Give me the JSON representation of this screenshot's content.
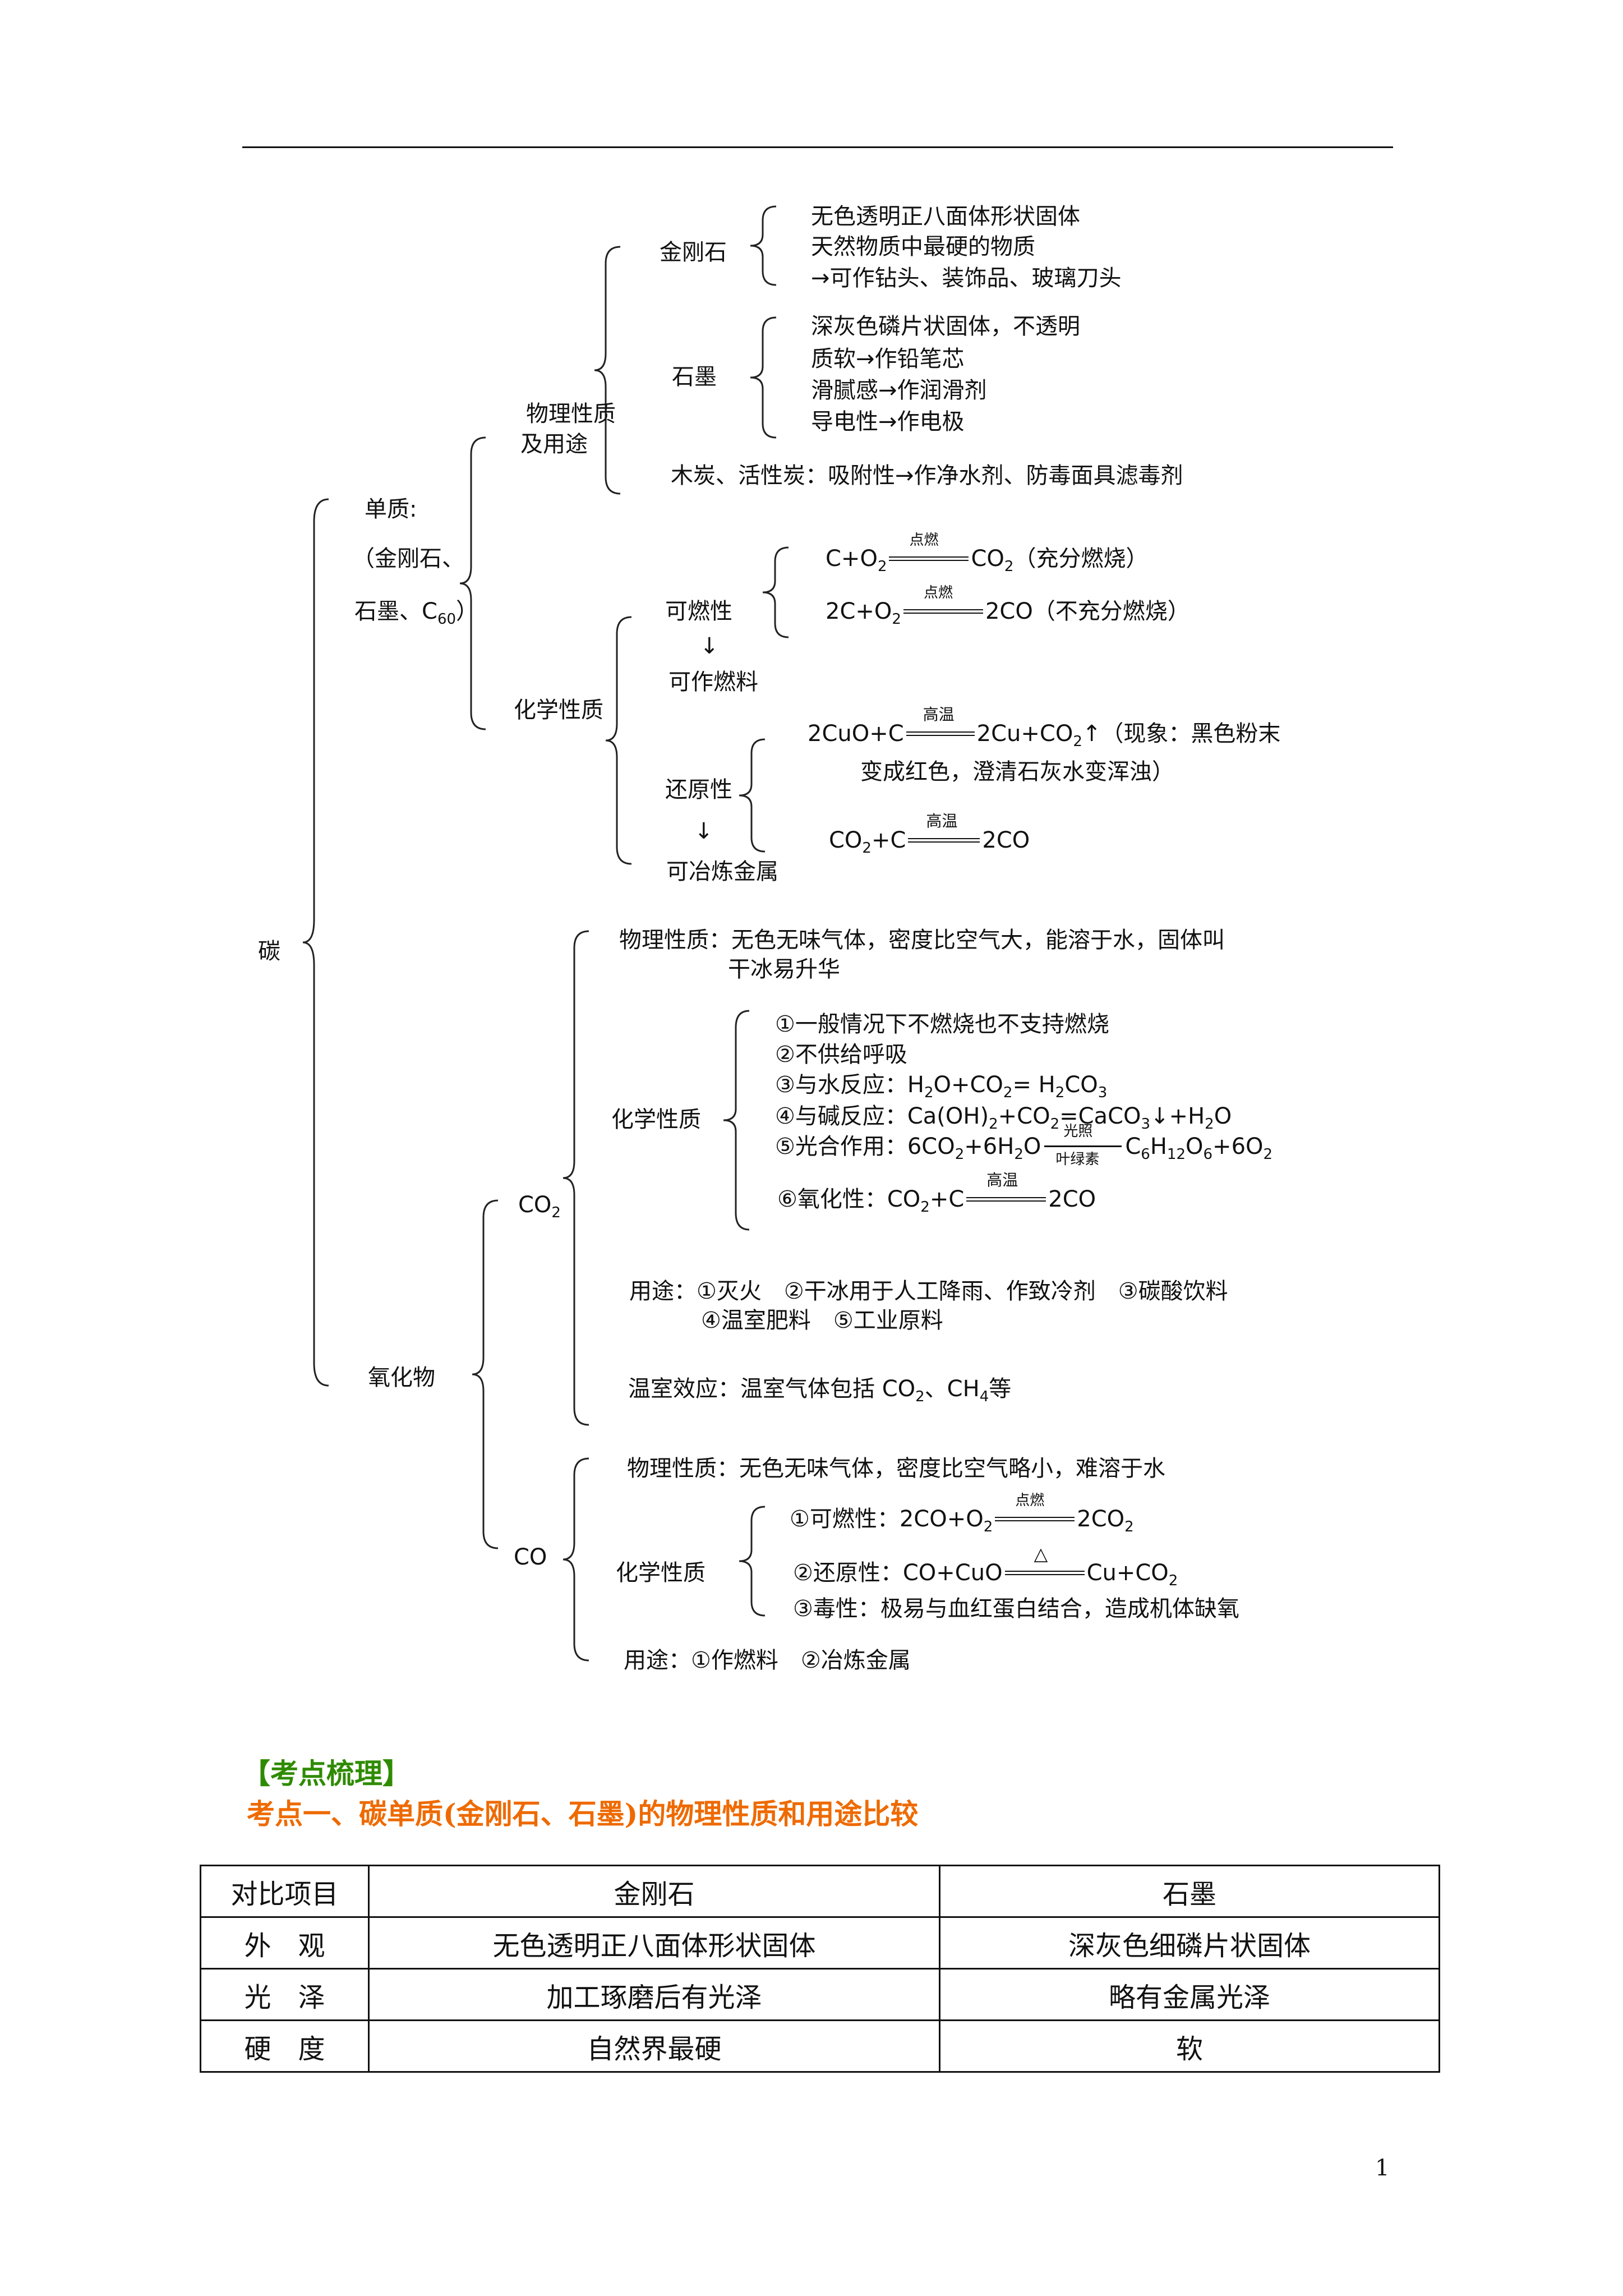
{
  "diagram": {
    "root": "碳",
    "danzhi": {
      "l1": "单质:",
      "l2": "（金刚石、",
      "l3": "石墨、C",
      "l3_sub": "60",
      "l3_end": "）"
    },
    "physical": {
      "l1": "物理性质",
      "l2": "及用途"
    },
    "diamond": {
      "label": "金刚石",
      "items": [
        "无色透明正八面体形状固体",
        "天然物质中最硬的物质",
        "→可作钻头、装饰品、玻璃刀头"
      ]
    },
    "graphite": {
      "label": "石墨",
      "items": [
        "深灰色磷片状固体，不透明",
        "质软→作铅笔芯",
        "滑腻感→作润滑剂",
        "导电性→作电极"
      ]
    },
    "charcoal": "木炭、活性炭：吸附性→作净水剂、防毒面具滤毒剂",
    "chemical": "化学性质",
    "flammable": {
      "label": "可燃性",
      "arrow": "↓",
      "use": "可作燃料"
    },
    "reducing": {
      "label": "还原性",
      "arrow": "↓",
      "use": "可冶炼金属"
    },
    "eq1": {
      "left": "C+O",
      "cond": "点燃",
      "right": "CO",
      "note": "（充分燃烧）"
    },
    "eq2": {
      "left": "2C+O",
      "cond": "点燃",
      "right": "2CO",
      "note": "（不充分燃烧）"
    },
    "eq3": {
      "left": "2CuO+C",
      "cond": "高温",
      "right": "2Cu+CO",
      "note": "↑（现象：黑色粉末",
      "note2": "变成红色，澄清石灰水变浑浊）"
    },
    "eq4": {
      "left": "CO",
      "left2": "+C",
      "cond": "高温",
      "right": "2CO"
    },
    "oxide": "氧化物",
    "co2": {
      "label": "CO",
      "physical1": "物理性质：无色无味气体，密度比空气大，能溶于水，固体叫",
      "physical2": "干冰易升华",
      "chem_label": "化学性质",
      "c1": "①一般情况下不燃烧也不支持燃烧",
      "c2": "②不供给呼吸",
      "c3": {
        "a": "③与水反应：H",
        "b": "O+CO",
        "c": "= H",
        "d": "CO"
      },
      "c4": {
        "a": "④与碱反应：Ca(OH)",
        "b": "+CO",
        "c": "=CaCO",
        "d": "↓+H",
        "e": "O"
      },
      "c5": {
        "a": "⑤光合作用：6CO",
        "b": "+6H",
        "c": "O",
        "top": "光照",
        "bottom": "叶绿素",
        "d": "C",
        "e": "H",
        "f": "O",
        "g": "+6O"
      },
      "c6": {
        "a": "⑥氧化性：CO",
        "b": "+C",
        "cond": "高温",
        "c": "2CO"
      },
      "use1": "用途：①灭火　②干冰用于人工降雨、作致冷剂　③碳酸饮料",
      "use2": "④温室肥料　⑤工业原料",
      "greenhouse": {
        "a": "温室效应：温室气体包括 CO",
        "b": "、CH",
        "c": "等"
      }
    },
    "co": {
      "label": "CO",
      "physical": "物理性质：无色无味气体，密度比空气略小，难溶于水",
      "chem_label": "化学性质",
      "c1": {
        "a": "①可燃性：2CO+O",
        "cond": "点燃",
        "b": "2CO"
      },
      "c2": {
        "a": "②还原性：CO+CuO",
        "cond": "△",
        "b": "Cu+CO"
      },
      "c3": "③毒性：极易与血红蛋白结合，造成机体缺氧",
      "use": "用途：①作燃料　②冶炼金属"
    }
  },
  "section_title": "【考点梳理】",
  "section_subtitle": "考点一、碳单质(金刚石、石墨)的物理性质和用途比较",
  "table": {
    "header": [
      "对比项目",
      "金刚石",
      "石墨"
    ],
    "rows": [
      [
        "外　观",
        "无色透明正八面体形状固体",
        "深灰色细磷片状固体"
      ],
      [
        "光　泽",
        "加工琢磨后有光泽",
        "略有金属光泽"
      ],
      [
        "硬　度",
        "自然界最硬",
        "软"
      ]
    ]
  },
  "page_number": "1"
}
